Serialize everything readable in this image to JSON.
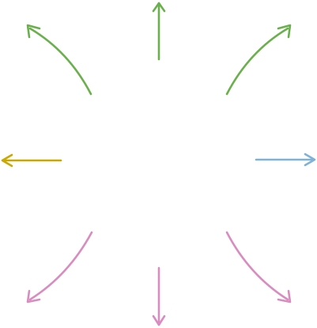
{
  "colors": {
    "green": "#6ab04c",
    "yellow": "#c9a800",
    "blue": "#7fb2d6",
    "pink": "#d98cbf"
  },
  "arrows": [
    {
      "name": "arrow-up",
      "direction": "up",
      "color": "green",
      "icon": "arrow-up-icon"
    },
    {
      "name": "arrow-up-left",
      "direction": "up-left",
      "color": "green",
      "icon": "curved-arrow-up-left-icon"
    },
    {
      "name": "arrow-up-right",
      "direction": "up-right",
      "color": "green",
      "icon": "curved-arrow-up-right-icon"
    },
    {
      "name": "arrow-left",
      "direction": "left",
      "color": "yellow",
      "icon": "arrow-left-icon"
    },
    {
      "name": "arrow-right",
      "direction": "right",
      "color": "blue",
      "icon": "arrow-right-icon"
    },
    {
      "name": "arrow-down-left",
      "direction": "down-left",
      "color": "pink",
      "icon": "curved-arrow-down-left-icon"
    },
    {
      "name": "arrow-down",
      "direction": "down",
      "color": "pink",
      "icon": "arrow-down-icon"
    },
    {
      "name": "arrow-down-right",
      "direction": "down-right",
      "color": "pink",
      "icon": "curved-arrow-down-right-icon"
    }
  ]
}
